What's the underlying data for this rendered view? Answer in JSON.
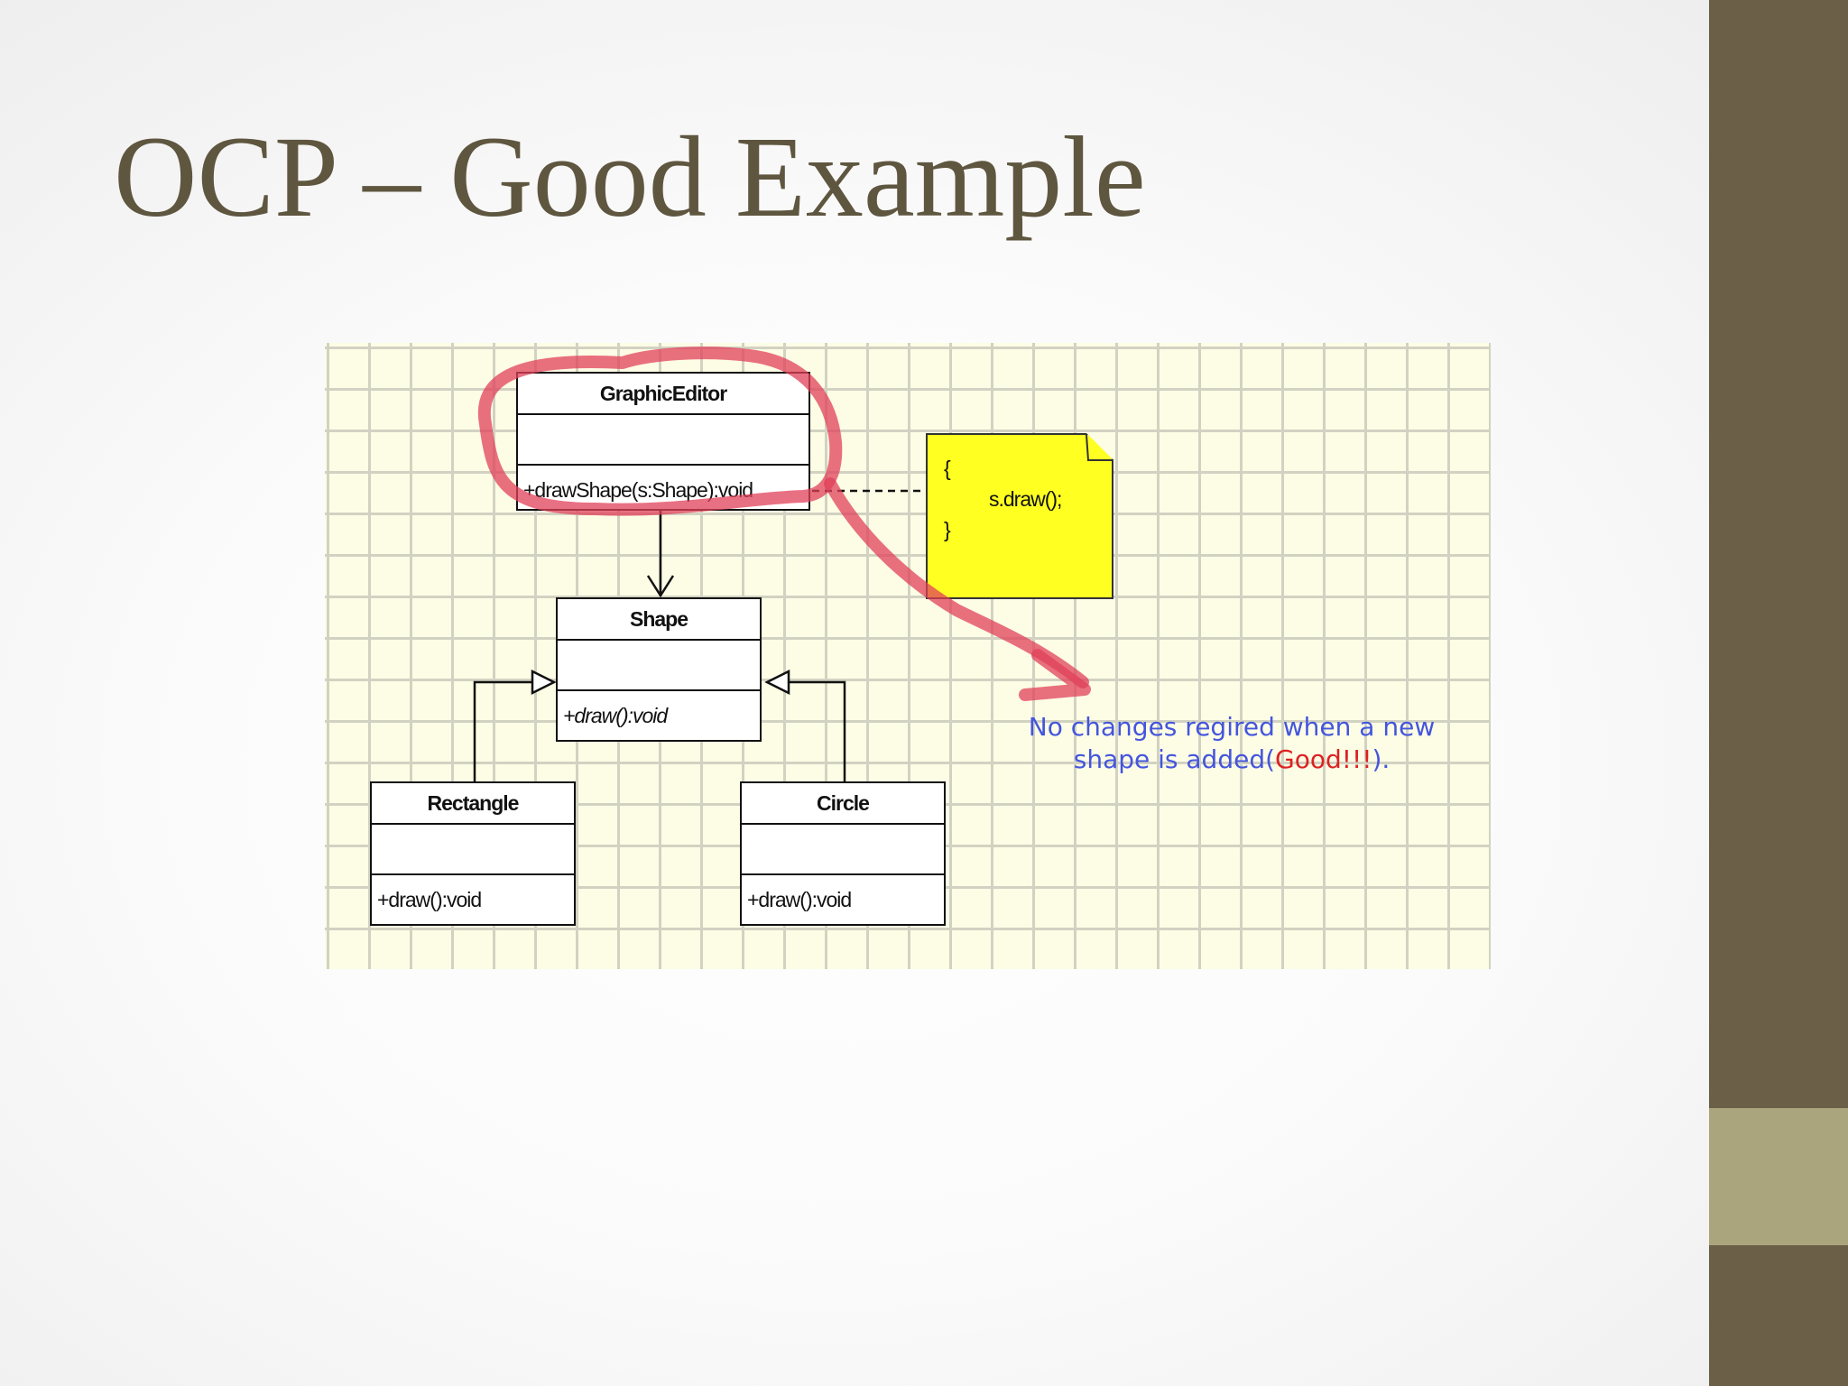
{
  "slide": {
    "title": "OCP – Good Example"
  },
  "diagram": {
    "classes": {
      "graphic_editor": {
        "name": "GraphicEditor",
        "operation": "+drawShape(s:Shape):void"
      },
      "shape": {
        "name": "Shape",
        "operation": "+draw():void"
      },
      "rectangle": {
        "name": "Rectangle",
        "operation": "+draw():void"
      },
      "circle": {
        "name": "Circle",
        "operation": "+draw():void"
      }
    },
    "note": {
      "open_brace": "{",
      "body": "s.draw();",
      "close_brace": "}"
    },
    "annotation": {
      "line1": "No changes regired when a new",
      "line2_prefix": "shape is added(",
      "line2_good": "Good!!!",
      "line2_suffix": ")."
    }
  },
  "colors": {
    "sidebar": "#6b5f47",
    "sidebar_accent": "#aba57e",
    "title": "#5f5640",
    "note_fill": "#ffff22",
    "annotation_text": "#4455dd",
    "annotation_highlight": "#dd2222",
    "marker_stroke": "#e0405a"
  }
}
